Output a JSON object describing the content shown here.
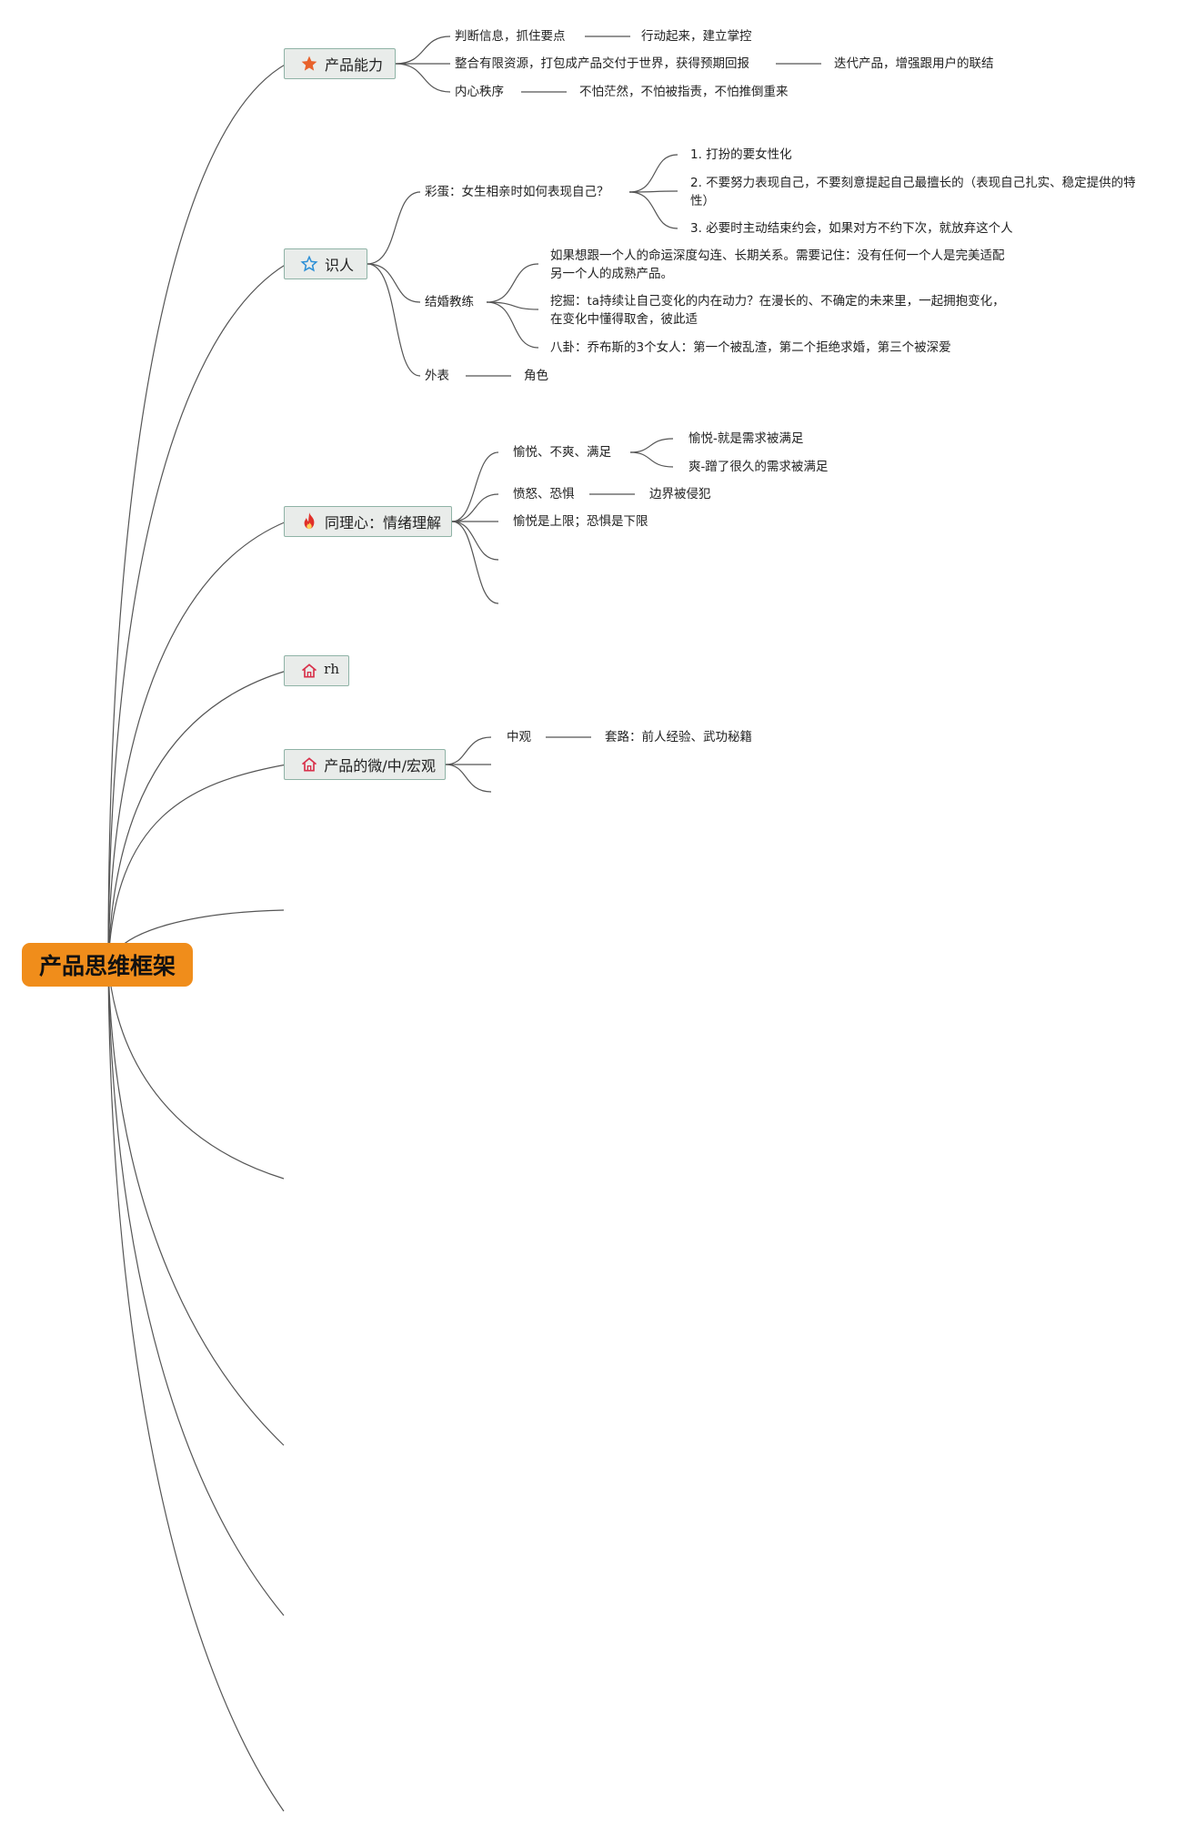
{
  "root": {
    "title": "产品思维框架"
  },
  "branches": [
    {
      "label": "产品能力",
      "icon": "star-filled-icon",
      "icon_color": "#e8622c",
      "items": [
        {
          "text": "判断信息，抓住要点",
          "child": "行动起来，建立掌控"
        },
        {
          "text": "整合有限资源，打包成产品交付于世界，获得预期回报",
          "child": "迭代产品，增强跟用户的联结"
        },
        {
          "text": "内心秩序",
          "child": "不怕茫然，不怕被指责，不怕推倒重来"
        }
      ]
    },
    {
      "label": "识人",
      "icon": "star-outline-icon",
      "icon_color": "#2b8fd6",
      "items": [
        {
          "text": "彩蛋：女生相亲时如何表现自己？",
          "children": [
            "1. 打扮的要女性化",
            "2. 不要努力表现自己，不要刻意提起自己最擅长的（表现自己扎实、稳定提供的特性）",
            "3. 必要时主动结束约会，如果对方不约下次，就放弃这个人"
          ]
        },
        {
          "text": "结婚教练",
          "children": [
            "如果想跟一个人的命运深度勾连、长期关系。需要记住：没有任何一个人是完美适配另一个人的成熟产品。",
            "挖掘：ta持续让自己变化的内在动力？在漫长的、不确定的未来里，一起拥抱变化，在变化中懂得取舍，彼此适",
            "八卦：乔布斯的3个女人：第一个被乱渣，第二个拒绝求婚，第三个被深爱"
          ]
        },
        {
          "text": "外表",
          "child": "角色"
        }
      ]
    },
    {
      "label": "同理心：情绪理解",
      "icon": "fire-icon",
      "icon_color": "#e0302a",
      "items": [
        {
          "text": "愉悦、不爽、满足",
          "children": [
            "愉悦-就是需求被满足",
            "爽-蹭了很久的需求被满足"
          ]
        },
        {
          "text": "愤怒、恐惧",
          "child": "边界被侵犯"
        },
        {
          "text": "愉悦是上限；恐惧是下限"
        }
      ]
    },
    {
      "label": "rh",
      "icon": "house-icon",
      "icon_color": "#d8304a"
    },
    {
      "label": "产品的微/中/宏观",
      "icon": "house-icon",
      "icon_color": "#d8304a",
      "items": [
        {
          "text": "中观",
          "child": "套路：前人经验、武功秘籍"
        }
      ]
    }
  ]
}
